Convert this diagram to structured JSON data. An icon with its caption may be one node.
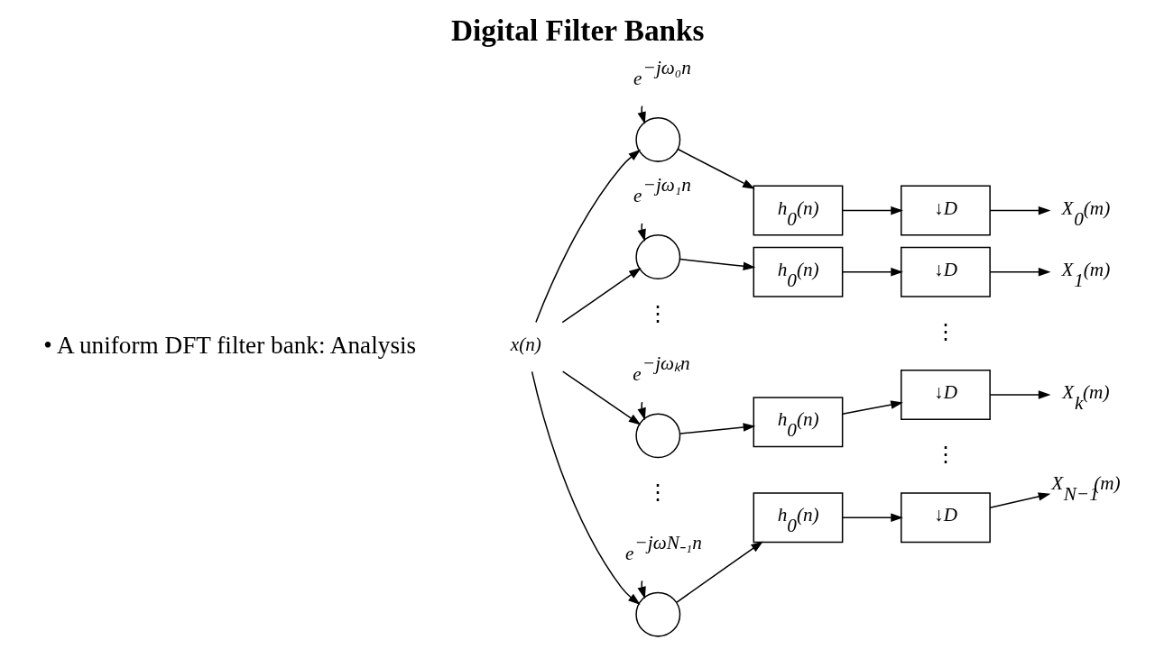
{
  "diagram": {
    "title": "Digital Filter Banks",
    "nodes": [
      {
        "text": [
          "x(n)"
        ]
      },
      {
        "text": [
          "e$^{−jω₀n}$"
        ]
      },
      {
        "text": [],
        "shape": "circle"
      },
      {
        "text": [
          "h$_{0}$(n)"
        ]
      },
      {
        "text": [
          "↓D"
        ]
      },
      {
        "text": [
          "X$_{0}$(m)"
        ]
      },
      {
        "text": [
          "e$^{−jω₁n}$"
        ]
      },
      {
        "text": [],
        "shape": "circle"
      },
      {
        "text": [
          "h$_{0}$(n)"
        ]
      },
      {
        "text": [
          "↓D"
        ]
      },
      {
        "text": [
          "X$_{1}$(m)"
        ]
      },
      {
        "text": [
          "e$^{−jωₖn}$"
        ]
      },
      {
        "text": [],
        "shape": "circle"
      },
      {
        "text": [
          "h$_{0}$(n)"
        ]
      },
      {
        "text": [
          "↓D"
        ]
      },
      {
        "text": [
          "X$_{k}$(m)"
        ]
      },
      {
        "text": [
          "e$^{−jωN₋₁n}$"
        ]
      },
      {
        "text": [],
        "shape": "circle"
      },
      {
        "text": [
          "h$_{0}$(n)"
        ]
      },
      {
        "text": [
          "↓D"
        ]
      },
      {
        "text": [
          "X$_{N−1}$(m)"
        ]
      }
    ],
    "edges": [
      {
        "from": 0,
        "to": 2,
        "arrow": "to"
      },
      {
        "from": 0,
        "to": 7,
        "arrow": "to"
      },
      {
        "from": 0,
        "to": 12,
        "arrow": "to"
      },
      {
        "from": 0,
        "to": 17,
        "arrow": "to"
      },
      {
        "from": 1,
        "to": 2,
        "arrow": "to"
      },
      {
        "from": 2,
        "to": 3,
        "arrow": "to"
      },
      {
        "from": 3,
        "to": 4,
        "arrow": "to"
      },
      {
        "from": 4,
        "to": 5,
        "arrow": "to"
      },
      {
        "from": 6,
        "to": 7,
        "arrow": "to"
      },
      {
        "from": 7,
        "to": 8,
        "arrow": "to"
      },
      {
        "from": 8,
        "to": 9,
        "arrow": "to"
      },
      {
        "from": 9,
        "to": 10,
        "arrow": "to"
      },
      {
        "from": 11,
        "to": 12,
        "arrow": "to"
      },
      {
        "from": 12,
        "to": 13,
        "arrow": "to"
      },
      {
        "from": 13,
        "to": 14,
        "arrow": "to"
      },
      {
        "from": 14,
        "to": 15,
        "arrow": "to"
      },
      {
        "from": 16,
        "to": 17,
        "arrow": "to"
      },
      {
        "from": 17,
        "to": 18,
        "arrow": "to"
      },
      {
        "from": 18,
        "to": 19,
        "arrow": "to"
      },
      {
        "from": 19,
        "to": 20,
        "arrow": "to"
      }
    ],
    "labels": [
      "• A uniform DFT filter bank: Analysis",
      "⋮",
      "⋮",
      "⋮",
      "⋮"
    ]
  }
}
